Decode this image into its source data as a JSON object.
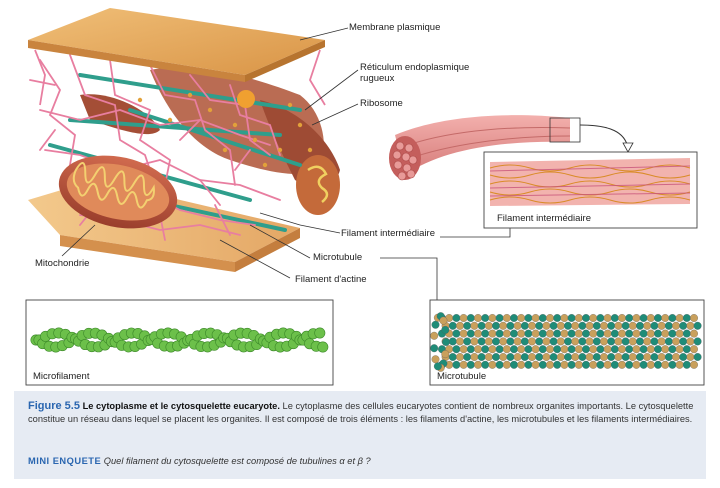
{
  "labels": {
    "membrane": "Membrane plasmique",
    "reticulum_line1": "Réticulum endoplasmique",
    "reticulum_line2": "rugueux",
    "ribosome": "Ribosome",
    "filament_intermediaire": "Filament intermédiaire",
    "microtubule": "Microtubule",
    "mitochondrie": "Mitochondrie",
    "filament_actine": "Filament d'actine",
    "inset_filament": "Filament intermédiaire",
    "box_microfilament": "Microfilament",
    "box_microtubule": "Microtubule"
  },
  "caption": {
    "figure_number": "Figure 5.5",
    "title": "Le cytoplasme et le cytosquelette eucaryote.",
    "body": "Le cytoplasme des cellules eucaryotes contient de nombreux organites importants. Le cytosquelette constitue un réseau dans lequel se placent les organites. Il est composé de trois éléments : les filaments d'actine, les microtubules et les filaments intermédiaires.",
    "mini_heading": "MINI ENQUETE",
    "mini_question": "Quel filament du cytosquelette est composé de tubulines α et β ?"
  },
  "colors": {
    "membrane": "#e5a85a",
    "network": "#e87ea0",
    "microtubule_rod": "#2f9e8c",
    "mitochondria": "#b8503a",
    "er": "#a8533c",
    "actin_bead": "#6cc04a",
    "tubulin_teal": "#1f8c78",
    "tubulin_tan": "#c9a05c",
    "caption_bg": "#e6ebf3",
    "figure_blue": "#2a66b0"
  }
}
